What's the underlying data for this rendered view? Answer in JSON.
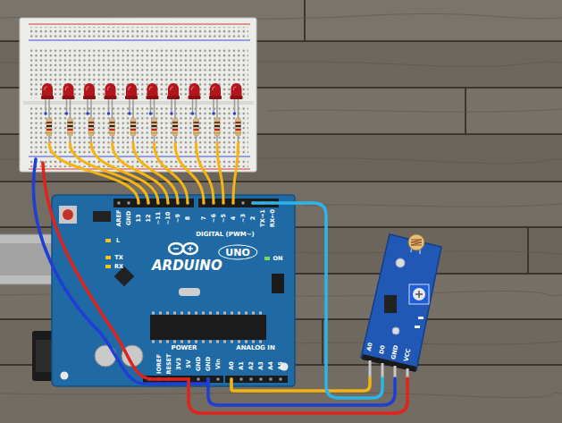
{
  "diagram": {
    "nodes": [
      {
        "text": [
          "ARDUINO",
          "UNO"
        ]
      },
      {
        "text": [
          "A0",
          "D0",
          "GND",
          "VCC"
        ]
      }
    ],
    "edges": [
      {
        "from": 0,
        "to": 1,
        "arrow": "none"
      },
      {
        "from": 0,
        "to": 1,
        "arrow": "none"
      },
      {
        "from": 0,
        "to": 1,
        "arrow": "none"
      },
      {
        "from": 0,
        "to": 1,
        "arrow": "none"
      }
    ],
    "labels": [
      "AREF",
      "GND",
      "13",
      "12",
      "~11",
      "~10",
      "~9",
      "8",
      "7",
      "~6",
      "~5",
      "4",
      "~3",
      "2",
      "TX→1",
      "RX←0",
      "DIGITAL (PWM~)",
      "L",
      "TX",
      "RX",
      "ON",
      "IOREF",
      "RESET",
      "3V3",
      "5V",
      "GND",
      "GND",
      "Vin",
      "POWER",
      "A0",
      "A1",
      "A2",
      "A3",
      "A4",
      "A5",
      "ANALOG IN"
    ]
  }
}
